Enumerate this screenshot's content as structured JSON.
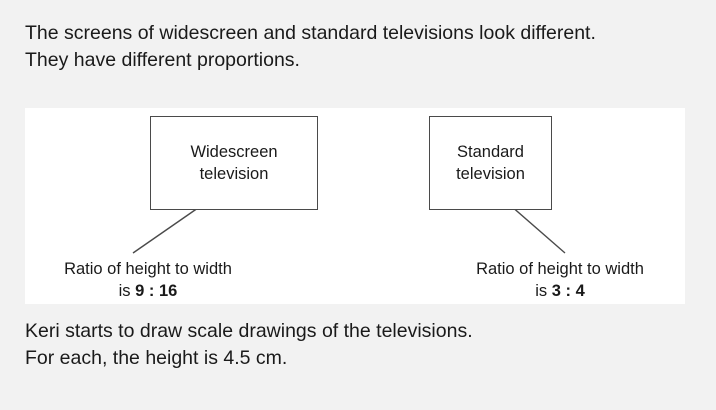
{
  "intro": {
    "line1": "The screens of widescreen and standard televisions look different.",
    "line2": "They have different proportions."
  },
  "figure": {
    "widescreen": {
      "label_line1": "Widescreen",
      "label_line2": "television",
      "caption_line1": "Ratio of height to width",
      "caption_prefix": "is",
      "ratio": "9 : 16"
    },
    "standard": {
      "label_line1": "Standard",
      "label_line2": "television",
      "caption_line1": "Ratio of height to width",
      "caption_prefix": "is",
      "ratio": "3 : 4"
    }
  },
  "outro": {
    "line1": "Keri starts to draw scale drawings of the televisions.",
    "line2": "For each, the height is 4.5 cm."
  },
  "colors": {
    "page_background": "#f2f2f2",
    "panel_background": "#ffffff",
    "box_border": "#4a4a4a",
    "text": "#1a1a1a"
  }
}
